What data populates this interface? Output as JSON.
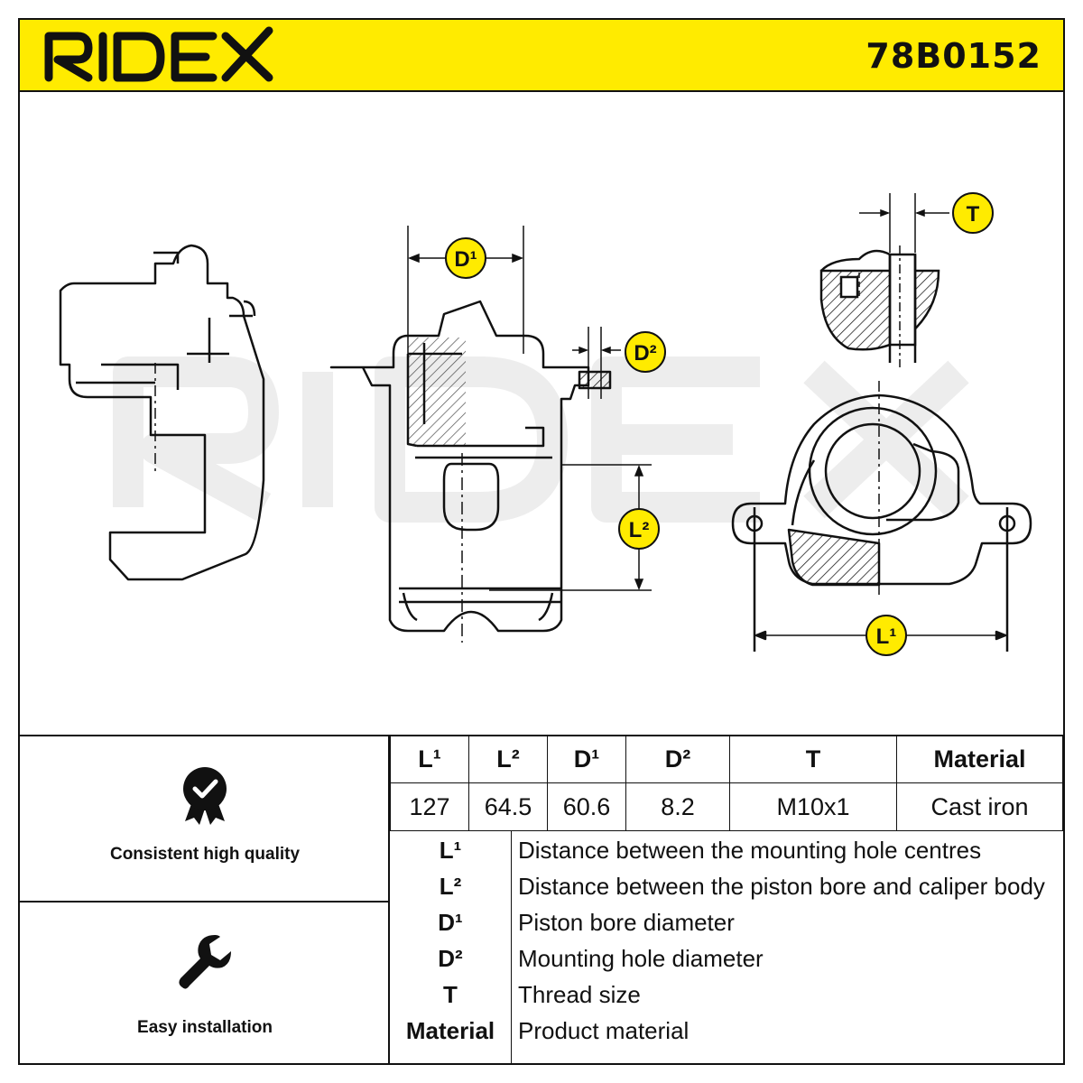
{
  "header": {
    "brand": "RIDEX",
    "part_number": "78B0152",
    "accent_color": "#ffeb00"
  },
  "watermark": "RIDEX",
  "drawing": {
    "callouts": {
      "d1": "D¹",
      "d2": "D²",
      "l1": "L¹",
      "l2": "L²",
      "t": "T"
    }
  },
  "features": [
    {
      "icon": "quality-badge-icon",
      "label": "Consistent high quality"
    },
    {
      "icon": "wrench-icon",
      "label": "Easy installation"
    }
  ],
  "specs": {
    "headers": [
      "L¹",
      "L²",
      "D¹",
      "D²",
      "T",
      "Material"
    ],
    "values": [
      "127",
      "64.5",
      "60.6",
      "8.2",
      "M10x1",
      "Cast iron"
    ]
  },
  "legend": [
    {
      "key": "L¹",
      "desc": "Distance between the mounting hole centres"
    },
    {
      "key": "L²",
      "desc": "Distance between the piston bore and caliper body"
    },
    {
      "key": "D¹",
      "desc": "Piston bore diameter"
    },
    {
      "key": "D²",
      "desc": "Mounting hole diameter"
    },
    {
      "key": "T",
      "desc": "Thread size"
    },
    {
      "key": "Material",
      "desc": "Product material"
    }
  ]
}
